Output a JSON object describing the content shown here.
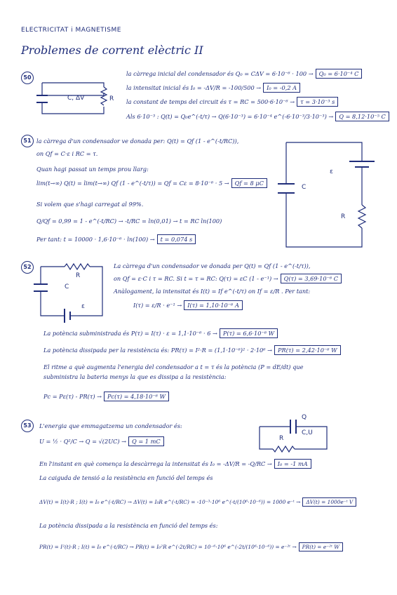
{
  "header": "ELECTRICITAT i MAGNETISME",
  "title": "Problemes de corrent elèctric II",
  "problems": [
    {
      "number": "50",
      "circuit_labels": {
        "cap": "C, ΔV",
        "res": "R"
      },
      "lines": [
        {
          "text": "la càrrega inicial del condensador és  Q₀ = CΔV = 6·10⁻⁶ · 100 →",
          "result": "Q₀ = 6·10⁻⁴ C"
        },
        {
          "text": "la intensitat inicial és  I₀ = -ΔV/R = -100/500 →",
          "result": "I₀ = -0,2 A"
        },
        {
          "text": "la constant de temps del circuit és  τ = RC = 500·6·10⁻⁶ →",
          "result": "τ = 3·10⁻³ s"
        },
        {
          "text": "Als 6·10⁻³ :  Q(t) = Q₀e^(-t/τ) → Q(6·10⁻³) = 6·10⁻⁴ e^(-6·10⁻³/3·10⁻³) →",
          "result": "Q = 8,12·10⁻⁵ C"
        }
      ]
    },
    {
      "number": "51",
      "circuit_labels": {
        "emf": "ε",
        "cap": "C",
        "res": "R"
      },
      "lines": [
        {
          "text": "la càrrega d'un condensador ve donada per:  Q(t) = Qf (1 - e^(-t/RC)),",
          "result": ""
        },
        {
          "text": "on  Qf = C·ε  i  RC = τ.",
          "result": ""
        },
        {
          "text": "Quan hagi passat un temps prou llarg:",
          "result": ""
        },
        {
          "text": "lim(t→∞) Q(t) = lim(t→∞) Qf (1 - e^(-t/τ)) = Qf = Cε = 8·10⁻⁶ · 5 →",
          "result": "Qf = 8 μC"
        },
        {
          "text": "Si volem que s'hagi carregat al 99%.",
          "result": ""
        },
        {
          "text": "Q/Qf = 0,99 = 1 - e^(-t/RC) → -t/RC = ln(0,01) → t = RC ln(100)",
          "result": ""
        },
        {
          "text": "Per tant:  t = 10000 · 1,6·10⁻⁶ · ln(100) →",
          "result": "t = 0,074 s"
        }
      ]
    },
    {
      "number": "52",
      "circuit_labels": {
        "res": "R",
        "cap": "C",
        "emf": "ε"
      },
      "lines": [
        {
          "text": "La càrrega d'un condensador ve donada per  Q(t) = Qf (1 - e^(-t/τ)),",
          "result": ""
        },
        {
          "text": "on  Qf = ε·C  i  τ = RC.  Si t = τ = RC:  Q(τ) = εC (1 - e⁻¹) →",
          "result": "Q(τ) = 3,69·10⁻⁶ C"
        },
        {
          "text": "Anàlogament, la intensitat és  I(t) = If e^(-t/τ)  on  If = ε/R .  Per tant:",
          "result": ""
        },
        {
          "text": "I(τ) = ε/R · e⁻¹ →",
          "result": "I(τ) = 1,10·10⁻⁶ A"
        },
        {
          "text": "La potència subministrada és  P(τ) = I(τ) · ε = 1,1·10⁻⁶ · 6 →",
          "result": "P(τ) = 6,6·10⁻⁶ W"
        },
        {
          "text": "La potència dissipada per la resistència és:  PR(τ) = I²·R = (1,1·10⁻⁶)² · 2·10⁶ →",
          "result": "PR(τ) = 2,42·10⁻⁶ W"
        },
        {
          "text": "El ritme a què augmenta l'energia del condensador a t = τ és la potència (P = dE/dt) que",
          "result": ""
        },
        {
          "text": "subministra la bateria menys la que es dissipa a la resistència:",
          "result": ""
        },
        {
          "text": "Pc = Pε(τ) - PR(τ) →",
          "result": "Pc(τ) = 4,18·10⁻⁶ W"
        }
      ]
    },
    {
      "number": "53",
      "circuit_labels": {
        "q": "Q",
        "cap": "C,U",
        "res": "R"
      },
      "lines": [
        {
          "text": "L'energia que emmagatzema un condensador és:",
          "result": ""
        },
        {
          "text": "U = ½ · Q²/C → Q = √(2UC) →",
          "result": "Q = 1 mC"
        },
        {
          "text": "En l'instant en què comença la descàrrega la intensitat és  I₀ = -ΔV/R = -Q/RC →",
          "result": "I₀ = -1 mA"
        },
        {
          "text": "La caiguda de tensió a la resistència en funció del temps és",
          "result": ""
        },
        {
          "text": "ΔV(t) = I(t)·R ;  I(t) = I₀ e^(-t/RC)  →  ΔV(t) = I₀R e^(-t/RC) = -10⁻³·10⁶ e^(-t/(10⁶·10⁻⁶)) = 1000 e⁻ᵗ →",
          "result": "ΔV(t) = 1000e⁻ᵗ V"
        },
        {
          "text": "La potència dissipada a la resistència en funció del temps és:",
          "result": ""
        },
        {
          "text": "PR(t) = I²(t)·R ;  I(t) = I₀ e^(-t/RC)  →  PR(t) = I₀²R e^(-2t/RC) = 10⁻⁶·10⁶ e^(-2t/(10⁶·10⁻⁶)) = e⁻²ᵗ →",
          "result": "PR(t) = e⁻²ᵗ W"
        }
      ]
    }
  ]
}
